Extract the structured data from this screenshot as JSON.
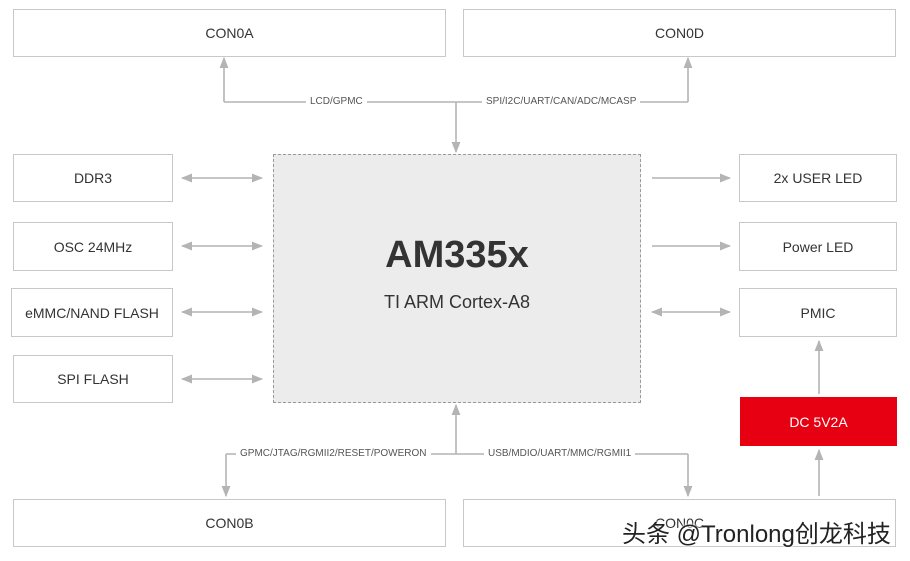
{
  "connectors": {
    "con0a": "CON0A",
    "con0d": "CON0D",
    "con0b": "CON0B",
    "con0c": "CON0C"
  },
  "bus_labels": {
    "top_left": "LCD/GPMC",
    "top_right": "SPI/I2C/UART/CAN/ADC/MCASP",
    "bottom_left": "GPMC/JTAG/RGMII2/RESET/POWERON",
    "bottom_right": "USB/MDIO/UART/MMC/RGMII1"
  },
  "cpu": {
    "name": "AM335x",
    "core": "TI ARM Cortex-A8"
  },
  "left_blocks": [
    "DDR3",
    "OSC 24MHz",
    "eMMC/NAND FLASH",
    "SPI FLASH"
  ],
  "right_blocks": [
    "2x USER LED",
    "Power LED",
    "PMIC"
  ],
  "power_input": "DC 5V2A",
  "watermark": "头条 @Tronlong创龙科技",
  "colors": {
    "border": "#c8c8c8",
    "cpu_fill": "#ececec",
    "arrow": "#b4b4b4",
    "power_red": "#e60012"
  }
}
